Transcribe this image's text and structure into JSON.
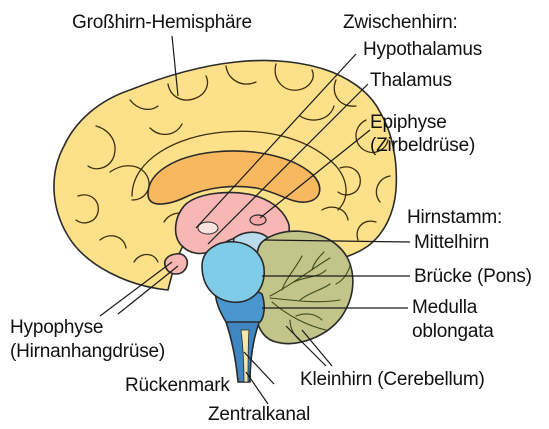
{
  "labels": {
    "cerebrum": "Großhirn-Hemisphäre",
    "diencephalon_heading": "Zwischenhirn:",
    "hypothalamus": "Hypothalamus",
    "thalamus": "Thalamus",
    "epiphysis": "Epiphyse",
    "epiphysis_alt": "(Zirbeldrüse)",
    "brainstem_heading": "Hirnstamm:",
    "midbrain": "Mittelhirn",
    "pons": "Brücke (Pons)",
    "medulla_line1": "Medulla",
    "medulla_line2": "oblongata",
    "hypophysis": "Hypophyse",
    "hypophysis_alt": "(Hirnanhangdrüse)",
    "spinal_cord": "Rückenmark",
    "cerebellum": "Kleinhirn (Cerebellum)",
    "central_canal": "Zentralkanal"
  },
  "colors": {
    "cerebrum": "#fde18a",
    "corpus_callosum": "#f7b860",
    "diencephalon": "#f6b7b5",
    "brainstem": "#4a97cf",
    "pons": "#7fcbe8",
    "midbrain": "#b9dbeb",
    "cerebellum": "#c3c489",
    "spinal_cord": "#3f86c2",
    "central_canal": "#f3e6a8"
  }
}
